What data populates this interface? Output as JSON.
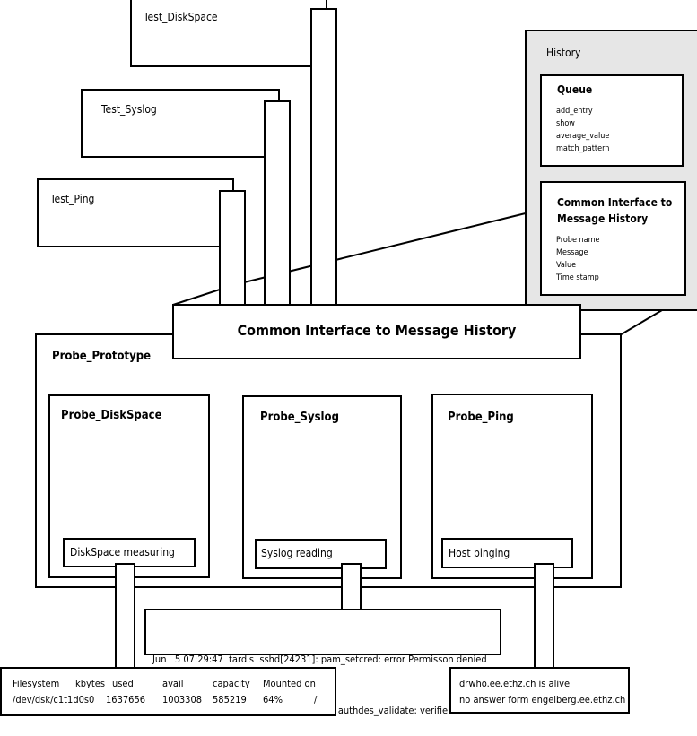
{
  "tests": {
    "disk": "Test_DiskSpace",
    "syslog": "Test_Syslog",
    "ping": "Test_Ping"
  },
  "history": {
    "title": "History",
    "queue": {
      "title": "Queue",
      "methods": [
        "add_entry",
        "show",
        "average_value",
        "match_pattern"
      ]
    },
    "interface": {
      "title_line1": "Common Interface to",
      "title_line2": "Message History",
      "fields": [
        "Probe name",
        "Message",
        "Value",
        "Time stamp"
      ]
    }
  },
  "common_interface": "Common Interface to Message History",
  "prototype": {
    "title": "Probe_Prototype",
    "probes": [
      {
        "name": "Probe_DiskSpace",
        "action": "DiskSpace measuring"
      },
      {
        "name": "Probe_Syslog",
        "action": "Syslog reading"
      },
      {
        "name": "Probe_Ping",
        "action": "Host pinging"
      }
    ]
  },
  "syslog_output": {
    "lines": [
      "Jun   5 07:29:47  tardis  sshd[24231]: pam_setcred: error Permisson denied",
      "Jun   5 07:29:47  tardis  automount[292]: authdes_validate: verifier mismatch"
    ]
  },
  "df_output": {
    "headers": [
      "Filesystem",
      "kbytes",
      "used",
      "avail",
      "capacity",
      "Mounted on"
    ],
    "row": [
      "/dev/dsk/c1t1d0s0",
      "1637656",
      "1003308",
      "585219",
      "64%",
      "/"
    ]
  },
  "ping_output": {
    "lines": [
      "drwho.ee.ethz.ch is alive",
      "no answer form engelberg.ee.ethz.ch"
    ]
  }
}
